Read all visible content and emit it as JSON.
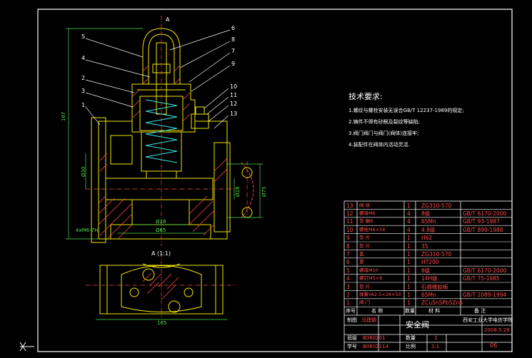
{
  "colors": {
    "background": "#000000",
    "frame": "#ffffff",
    "part_outline": "#f2e600",
    "centerline": "#ff4a4a",
    "hatch": "#ff4a4a",
    "dimension": "#4ee04e",
    "table_text": "#ff4a4a",
    "table_lines": "#ffffff",
    "spring": "#3ee8e8"
  },
  "drawing": {
    "top_label": "A",
    "section_label": "A (1:1)",
    "cursor_icon": "crosshair-x-icon",
    "dims": {
      "d_left": "167",
      "d_bottom_1": "Ø28",
      "d_bottom_2": "Ø65",
      "d_bottom_3": "165",
      "d_left_2": "Ø30",
      "d_right_1": "Ø75",
      "d_right_2": "Ø28",
      "thread_note": "4xM6-7H"
    },
    "balloons": [
      "5",
      "4",
      "2",
      "3",
      "1",
      "6",
      "8",
      "7",
      "9",
      "10",
      "11",
      "12",
      "13"
    ]
  },
  "tech": {
    "title": "技术要求:",
    "items": [
      "1.螺纹与螺栓安装无误合GB/T 12237-1989的规定;",
      "2.铸件不得有砂眼及裂纹等缺陷;",
      "3.阀门阀门与阀门(阀体)连接牢;",
      "4.装配件在阀体内活动灵活."
    ]
  },
  "bom": {
    "rows": [
      {
        "no": "13",
        "name": "阀  体",
        "qty": "1",
        "mat": "ZG310-570",
        "note": ""
      },
      {
        "no": "12",
        "name": "螺母M6",
        "qty": "4",
        "mat": "8级",
        "note": "GB/T 6170-2000"
      },
      {
        "no": "11",
        "name": "垫  圈6",
        "qty": "4",
        "mat": "65Mn",
        "note": "GB/T 93-1987"
      },
      {
        "no": "10",
        "name": "螺栓M6×16",
        "qty": "4",
        "mat": "4.8级",
        "note": "GB/T 899-1988"
      },
      {
        "no": "9",
        "name": "垫  片",
        "qty": "1",
        "mat": "H62",
        "note": ""
      },
      {
        "no": "8",
        "name": "垫  片",
        "qty": "1",
        "mat": "35",
        "note": ""
      },
      {
        "no": "7",
        "name": "盖",
        "qty": "1",
        "mat": "ZG310-570",
        "note": ""
      },
      {
        "no": "6",
        "name": "罩",
        "qty": "1",
        "mat": "HT200",
        "note": ""
      },
      {
        "no": "5",
        "name": "螺母M10",
        "qty": "1",
        "mat": "8级",
        "note": "GB/T 6170-2000"
      },
      {
        "no": "4",
        "name": "螺钉M5×8",
        "qty": "1",
        "mat": "14H级",
        "note": "GB/T 75-1985"
      },
      {
        "no": "3",
        "name": "垫  片",
        "qty": "1",
        "mat": "石棉橡胶板",
        "note": ""
      },
      {
        "no": "2",
        "name": "弹簧YA2.5×26×50",
        "qty": "1",
        "mat": "65Mn",
        "note": "GB/T 2089-1994"
      },
      {
        "no": "1",
        "name": "阀  门",
        "qty": "1",
        "mat": "ZCuSn5Pb5Zn5",
        "note": ""
      }
    ],
    "header": {
      "no": "序号",
      "name": "名   称",
      "qty": "数量",
      "mat": "材   料",
      "note": "备   注"
    },
    "title_block": {
      "design_label": "制图",
      "design_name": "马建朝",
      "title": "安全阀",
      "school": "西安工业大学电信学院",
      "date": "2008.5.29",
      "id1": "B060201",
      "id2": "B0602114",
      "label_class": "班级",
      "label_no": "学号",
      "label_sheet": "比例",
      "label_qty": "数量",
      "qty": "1",
      "scale": "1:1",
      "sheet": "06"
    }
  }
}
